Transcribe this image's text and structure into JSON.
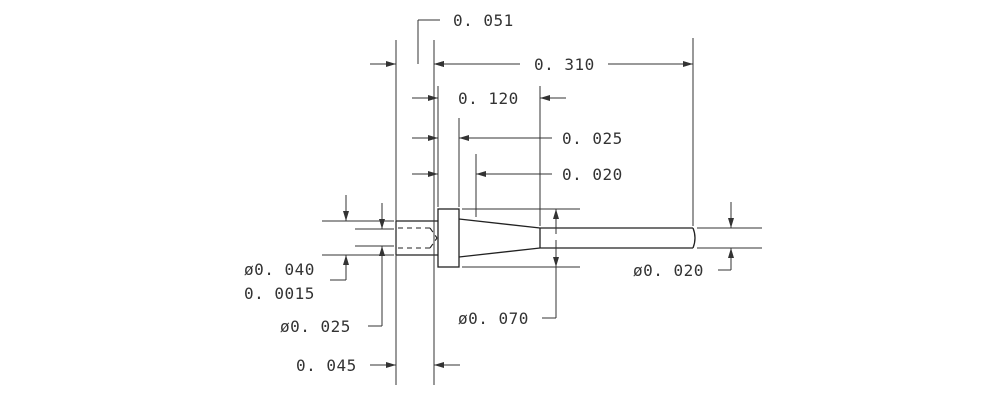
{
  "drawing": {
    "dimensions": {
      "d_0051": "0. 051",
      "d_0310": "0. 310",
      "d_0120": "0. 120",
      "d_0025": "0. 025",
      "d_0020": "0. 020",
      "dia_0040": "ø0. 040",
      "tol_00015": "0. 0015",
      "dia_0025": "ø0. 025",
      "d_0045": "0. 045",
      "dia_0070": "ø0. 070",
      "dia_0020": "ø0. 020"
    },
    "colors": {
      "line": "#333333",
      "background": "#ffffff"
    }
  }
}
